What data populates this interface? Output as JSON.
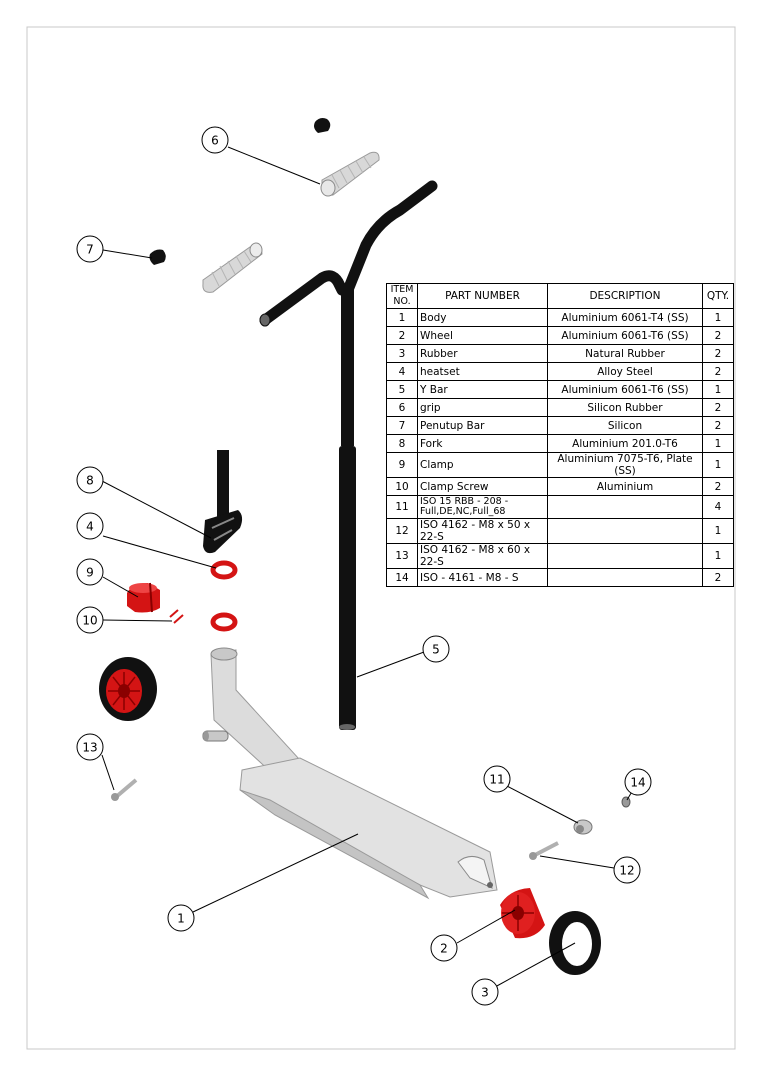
{
  "bom": {
    "headers": {
      "item_no": "ITEM NO.",
      "part_number": "PART NUMBER",
      "description": "DESCRIPTION",
      "qty": "QTY."
    },
    "rows": [
      {
        "no": "1",
        "part": "Body",
        "description": "Aluminium 6061-T4 (SS)",
        "qty": "1"
      },
      {
        "no": "2",
        "part": "Wheel",
        "description": "Aluminium 6061-T6 (SS)",
        "qty": "2"
      },
      {
        "no": "3",
        "part": "Rubber",
        "description": "Natural Rubber",
        "qty": "2"
      },
      {
        "no": "4",
        "part": "heatset",
        "description": "Alloy Steel",
        "qty": "2"
      },
      {
        "no": "5",
        "part": "Y Bar",
        "description": "Aluminium 6061-T6 (SS)",
        "qty": "1"
      },
      {
        "no": "6",
        "part": "grip",
        "description": "Silicon Rubber",
        "qty": "2"
      },
      {
        "no": "7",
        "part": "Penutup Bar",
        "description": "Silicon",
        "qty": "2"
      },
      {
        "no": "8",
        "part": "Fork",
        "description": "Aluminium 201.0-T6",
        "qty": "1"
      },
      {
        "no": "9",
        "part": "Clamp",
        "description": "Aluminium 7075-T6, Plate (SS)",
        "qty": "1"
      },
      {
        "no": "10",
        "part": "Clamp Screw",
        "description": "Aluminium",
        "qty": "2"
      },
      {
        "no": "11",
        "part": "ISO 15 RBB - 208 - Full,DE,NC,Full_68",
        "description": "",
        "qty": "4"
      },
      {
        "no": "12",
        "part": "ISO 4162 - M8 x 50 x 22-S",
        "description": "",
        "qty": "1"
      },
      {
        "no": "13",
        "part": "ISO 4162 - M8 x 60 x 22-S",
        "description": "",
        "qty": "1"
      },
      {
        "no": "14",
        "part": "ISO - 4161 - M8 - S",
        "description": "",
        "qty": "2"
      }
    ]
  },
  "balloons": [
    "1",
    "2",
    "3",
    "4",
    "5",
    "6",
    "7",
    "8",
    "9",
    "10",
    "11",
    "12",
    "13",
    "14"
  ],
  "colors": {
    "red_part": "#d41414",
    "black_part": "#111111",
    "grey_part": "#d9d9d9",
    "border": "#c8c8c8"
  }
}
